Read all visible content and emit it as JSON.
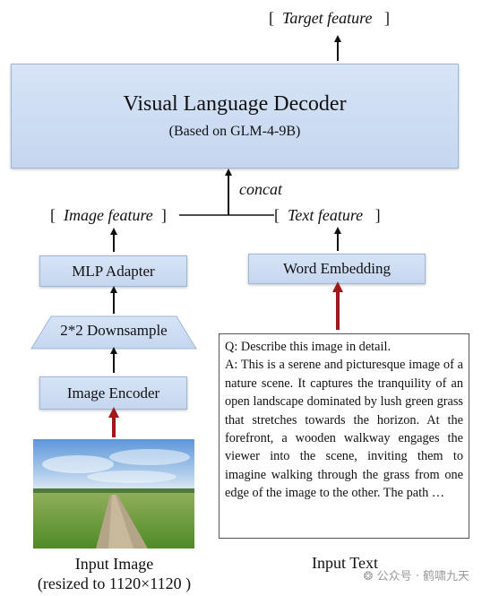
{
  "top_output": {
    "label": "Target feature"
  },
  "decoder": {
    "title": "Visual Language Decoder",
    "subtitle": "(Based on GLM-4-9B)"
  },
  "concat_label": "concat",
  "image_feature": {
    "label": "Image feature"
  },
  "text_feature": {
    "label": "Text feature"
  },
  "mlp_adapter": {
    "label": "MLP Adapter"
  },
  "word_embedding": {
    "label": "Word Embedding"
  },
  "downsample": {
    "label": "2*2 Downsample"
  },
  "image_encoder": {
    "label": "Image Encoder"
  },
  "input_text_box": {
    "question": "Q: Describe this image in detail.",
    "answer": "A: This is a serene and picturesque image of a nature scene. It captures the tranquility of an open landscape dominated by lush green grass that stretches towards the horizon. At the forefront, a wooden walkway engages the viewer into the scene, inviting them to imagine walking through the grass from one edge of the image to the other. The path …"
  },
  "input_image_caption": {
    "line1": "Input Image",
    "line2": "(resized to 1120×1120 )"
  },
  "input_text_caption": "Input Text",
  "watermark": "公众号 · 鹤啸九天",
  "colors": {
    "box_fill": "#cfddf3",
    "box_border": "#9fb6d6",
    "red_arrow": "#a01818",
    "black_arrow": "#111111"
  }
}
